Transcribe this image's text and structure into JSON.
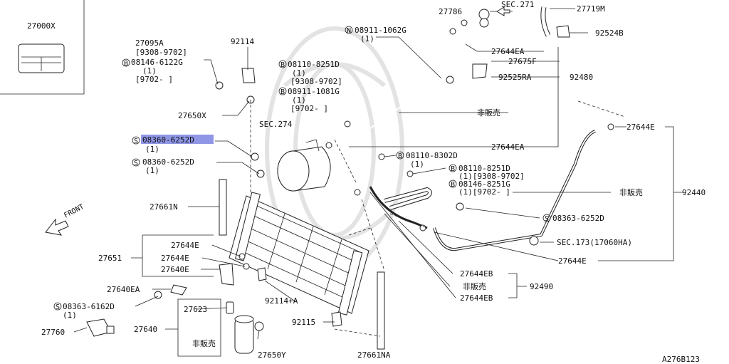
{
  "diagram": {
    "ref_code": "A276B123",
    "inset_label": "27000X",
    "front_label": "FRONT",
    "highlight_color": "#8f96e6",
    "labels": {
      "p27095A": "27095A",
      "p27095A_r1": "[9308-9702]",
      "p08146_6122G": "08146-6122G",
      "p08146_6122G_q": "(1)",
      "p08146_6122G_r": "[9702-    ]",
      "p92114": "92114",
      "p27650X": "27650X",
      "p08110_8251D": "08110-8251D",
      "p08110_8251D_q": "(1)",
      "p08110_8251D_r": "[9308-9702]",
      "p08911_1081G": "08911-1081G",
      "p08911_1081G_q": "(1)",
      "p08911_1081G_r": "[9702-    ]",
      "pSEC274": "SEC.274",
      "p08360_6252D_a": "08360-6252D",
      "p08360_6252D_a_q": "(1)",
      "p08360_6252D_b": "08360-6252D",
      "p08360_6252D_b_q": "(1)",
      "p27661N": "27661N",
      "p27644E_1": "27644E",
      "p27651": "27651",
      "p27644E_2": "27644E",
      "p27640E": "27640E",
      "p27640EA": "27640EA",
      "p08363_6162D": "08363-6162D",
      "p08363_6162D_q": "(1)",
      "p27623": "27623",
      "p27760": "27760",
      "p27640": "27640",
      "p_nonsale_1": "非販売",
      "p27650Y": "27650Y",
      "p92114A": "92114+A",
      "p92115": "92115",
      "p27661NA": "27661NA",
      "p27786": "27786",
      "pSEC271": "SEC.271",
      "p27719M": "27719M",
      "p08911_1062G": "08911-1062G",
      "p08911_1062G_q": "(1)",
      "p92524B": "92524B",
      "p27644EA_1": "27644EA",
      "p27675F": "27675F",
      "p92525RA": "92525RA",
      "p92480": "92480",
      "p_nonsale_2": "非販売",
      "p27644EA_2": "27644EA",
      "p27644E_3": "27644E",
      "p08110_8302D": "08110-8302D",
      "p08110_8302D_q": "(1)",
      "p08110_8251D_b": "08110-8251D",
      "p08110_8251D_b_r": "(1)[9308-9702]",
      "p08146_8251G": "08146-8251G",
      "p08146_8251G_r": "(1)[9702-  ]",
      "p_nonsale_3": "非販売",
      "p92440": "92440",
      "p08363_6252D": "08363-6252D",
      "pSEC173": "SEC.173(17060HA)",
      "p27644E_4": "27644E",
      "p27644EB_1": "27644EB",
      "p_nonsale_4": "非販売",
      "p92490": "92490",
      "p27644EB_2": "27644EB"
    }
  }
}
